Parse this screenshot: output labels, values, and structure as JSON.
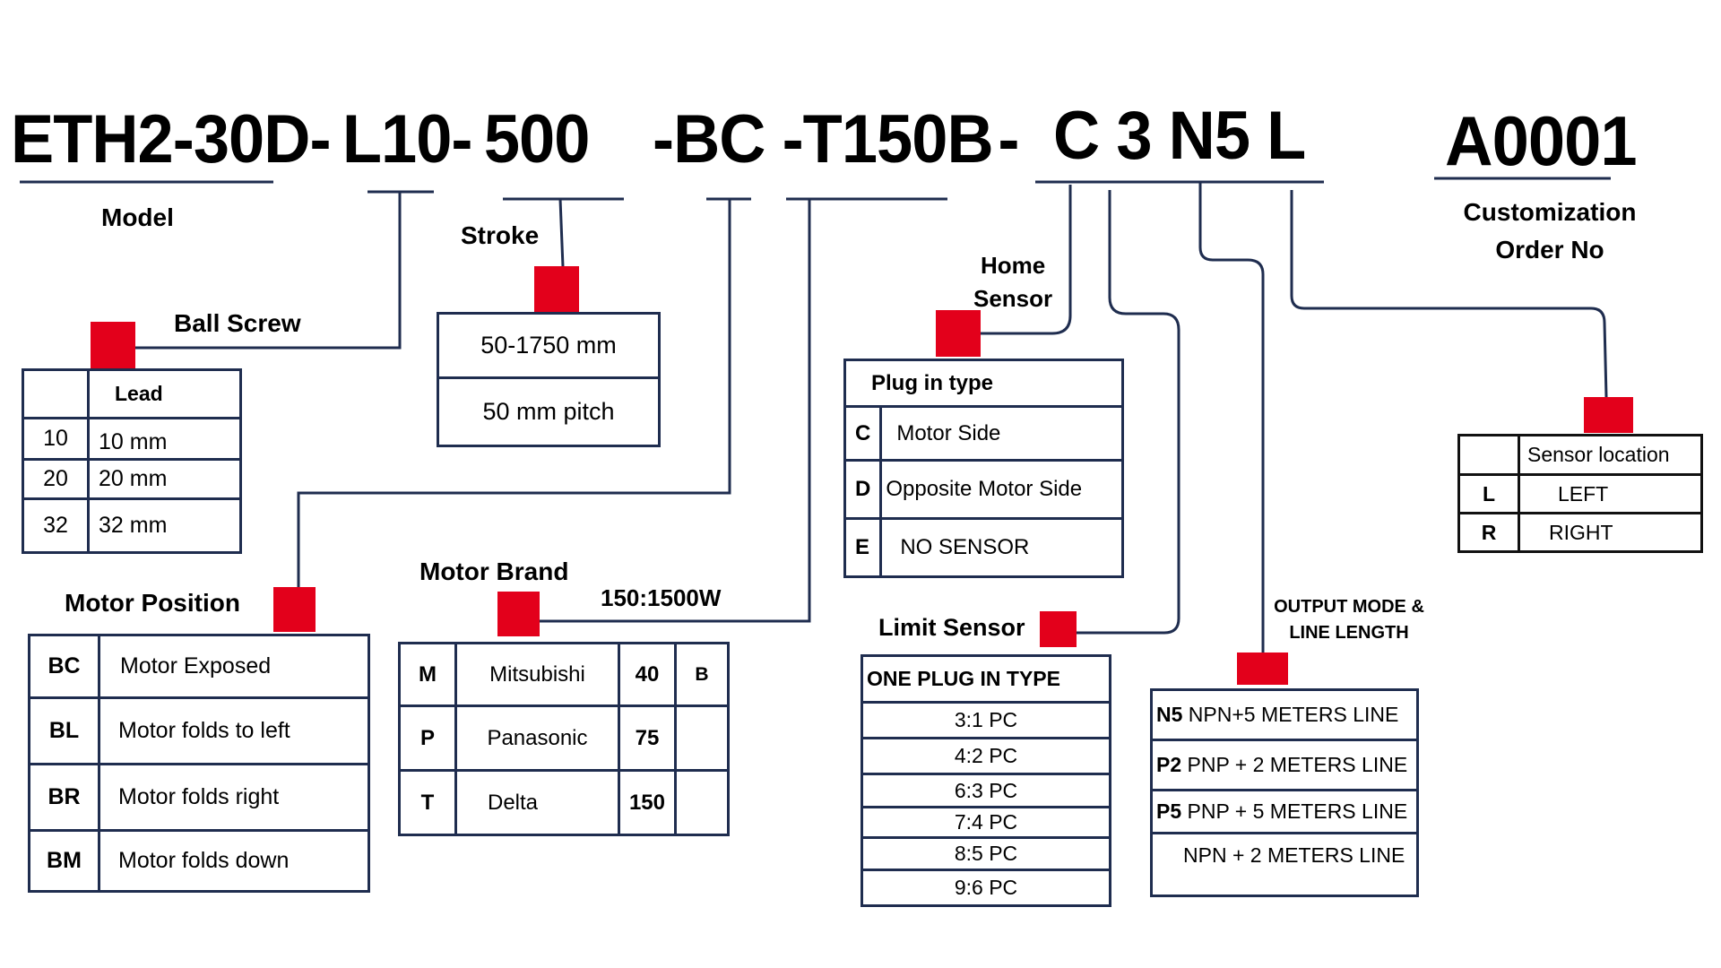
{
  "colors": {
    "line": "#1f2d4f",
    "marker": "#e3001b",
    "text": "#000000"
  },
  "part_number": {
    "segments": [
      "ETH2-30D-",
      "L10-",
      "500",
      "-BC",
      "-T150B",
      "-",
      "C",
      "3",
      "N5",
      "L"
    ],
    "order_no": "A0001"
  },
  "labels": {
    "model": "Model",
    "ball_screw": "Ball Screw",
    "stroke": "Stroke",
    "home_sensor_line1": "Home",
    "home_sensor_line2": "Sensor",
    "customization_line1": "Customization",
    "customization_line2": "Order No",
    "motor_position": "Motor Position",
    "motor_brand": "Motor Brand",
    "motor_power": "150:1500W",
    "limit_sensor": "Limit Sensor",
    "output_mode_line1": "OUTPUT MODE &",
    "output_mode_line2": "LINE LENGTH"
  },
  "ball_screw_table": {
    "header": [
      "",
      "Lead"
    ],
    "rows": [
      [
        "10",
        "10 mm"
      ],
      [
        "20",
        "20 mm"
      ],
      [
        "32",
        "32 mm"
      ]
    ]
  },
  "stroke_table": {
    "rows": [
      "50-1750 mm",
      "50 mm pitch"
    ]
  },
  "home_sensor_table": {
    "header": "Plug in type",
    "rows": [
      [
        "C",
        "Motor Side"
      ],
      [
        "D",
        "Opposite Motor Side"
      ],
      [
        "E",
        "NO SENSOR"
      ]
    ]
  },
  "sensor_location_table": {
    "header": [
      "",
      "Sensor location"
    ],
    "rows": [
      [
        "L",
        "LEFT"
      ],
      [
        "R",
        "RIGHT"
      ]
    ]
  },
  "motor_position_table": {
    "rows": [
      [
        "BC",
        "Motor Exposed"
      ],
      [
        "BL",
        "Motor folds to left"
      ],
      [
        "BR",
        "Motor folds right"
      ],
      [
        "BM",
        "Motor folds down"
      ]
    ]
  },
  "motor_brand_table": {
    "rows": [
      [
        "M",
        "Mitsubishi",
        "40",
        "B"
      ],
      [
        "P",
        "Panasonic",
        "75",
        ""
      ],
      [
        "T",
        "Delta",
        "150",
        ""
      ]
    ]
  },
  "limit_sensor_table": {
    "header": "ONE PLUG IN TYPE",
    "rows": [
      "3:1 PC",
      "4:2 PC",
      "6:3 PC",
      "7:4 PC",
      "8:5 PC",
      "9:6 PC"
    ]
  },
  "output_mode_table": {
    "rows": [
      [
        "N5",
        "NPN+5 METERS LINE"
      ],
      [
        "P2",
        "PNP + 2 METERS LINE"
      ],
      [
        "P5",
        " PNP + 5 METERS LINE"
      ],
      [
        "",
        "NPN + 2 METERS LINE"
      ]
    ]
  }
}
